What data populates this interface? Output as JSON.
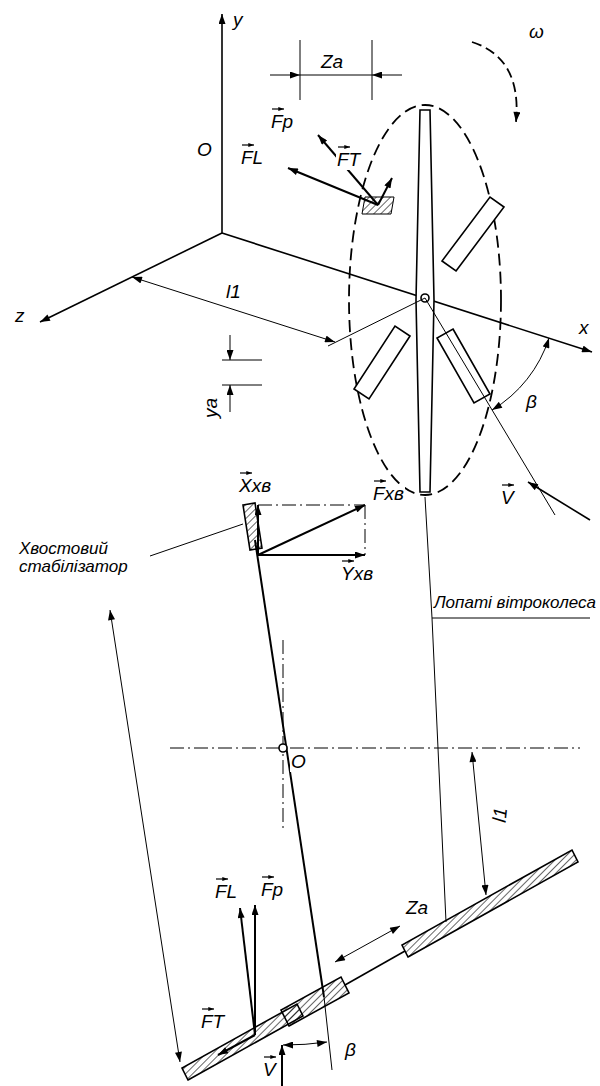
{
  "diagram": {
    "labels": [
      "y",
      "ω",
      "Zа",
      "Fp",
      "O",
      "FL",
      "FT",
      "z",
      "l1",
      "x",
      "β",
      "yа",
      "V",
      "Xхв",
      "Fхв",
      "Хвостовий стабілізатор",
      "Yхв",
      "Лопаті вітроколеса",
      "O",
      "l1",
      "Fp",
      "FL",
      "Zа",
      "FT",
      "β",
      "V"
    ]
  }
}
